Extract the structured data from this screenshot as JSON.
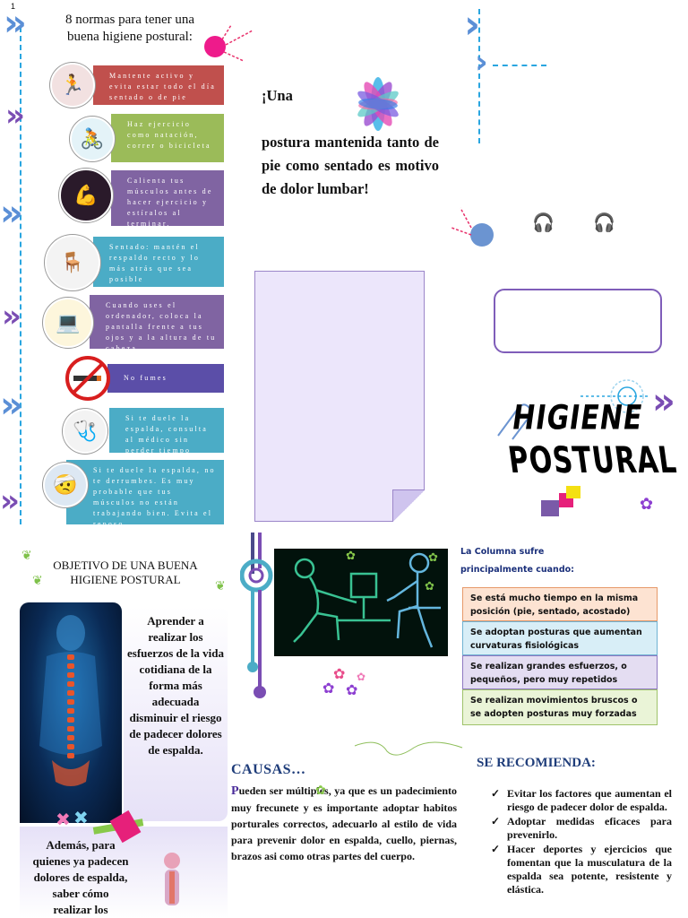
{
  "page_number": "1",
  "norms": {
    "title": "8 normas para tener una buena higiene postural:",
    "items": [
      {
        "text": "Mantente activo y evita estar todo el día sentado o de pie",
        "color": "#c0504d"
      },
      {
        "text": "Haz ejercicio como natación, correr o bicicleta",
        "color": "#9bbb59"
      },
      {
        "text": "Calienta tus músculos antes de hacer ejercicio y estíralos al terminar.",
        "color": "#8064a2"
      },
      {
        "text": "Sentado: mantén el respaldo recto y lo más atrás que sea posible",
        "color": "#4bacc6"
      },
      {
        "text": "Cuando uses el ordenador, coloca la pantalla frente a tus ojos y a la altura de tu cabeza.",
        "color": "#8064a2"
      },
      {
        "text": "No fumes",
        "color": "#5b4ea8"
      },
      {
        "text": "Si te duele la espalda, consulta al médico sin perder tiempo",
        "color": "#4bacc6"
      },
      {
        "text": "Si te duele la espalda, no te derrumbes. Es muy probable que tus músculos no están trabajando bien. Evita el reposo",
        "color": "#4bacc6"
      }
    ]
  },
  "quote": {
    "line1": "¡Una",
    "line2": "postura mantenida tanto de pie como sentado es motivo de dolor lumbar!"
  },
  "brochure_title": {
    "line1": "HIGIENE",
    "line2": "POSTURAL"
  },
  "objective": {
    "title_line1": "OBJETIVO DE UNA BUENA",
    "title_line2": "HIGIENE POSTURAL",
    "text": "Aprender a realizar los esfuerzos de la vida cotidiana de la forma más adecuada disminuir el riesgo de padecer dolores de espalda.",
    "text2": "Además, para quienes ya padecen dolores de espalda, saber cómo realizar los"
  },
  "columna": {
    "title_line1": "La Columna sufre",
    "title_line2": "principalmente cuando:",
    "items": [
      {
        "text": "Se está mucho tiempo en la misma posición (pie, sentado, acostado)",
        "bg": "#fde3d2",
        "border": "#e69a6a"
      },
      {
        "text": "Se adoptan posturas que aumentan curvaturas fisiológicas",
        "bg": "#d8eef7",
        "border": "#6fb2d3"
      },
      {
        "text": "Se realizan grandes esfuerzos, o pequeños, pero muy repetidos",
        "bg": "#e4ddf2",
        "border": "#8e78c1"
      },
      {
        "text": "Se realizan movimientos bruscos o se adopten posturas muy forzadas",
        "bg": "#eaf4d7",
        "border": "#9fc36a"
      }
    ]
  },
  "causas": {
    "title": "CAUSAS…",
    "cap": "P",
    "text": "ueden ser múltiples, ya que es un padecimiento muy frecunete y es importante adoptar habitos porturales correctos, adecuarlo al estilo de vida para prevenir dolor en espalda, cuello, piernas, brazos asi como otras partes del cuerpo."
  },
  "recomienda": {
    "title": "SE RECOMIENDA:",
    "check": "✓",
    "items": [
      "Evitar los factores que aumentan el riesgo de padecer dolor de espalda.",
      "Adoptar medidas eficaces para prevenirlo.",
      "Hacer deportes y ejercicios que fomentan que la musculatura de la espalda sea potente, resistente y elástica."
    ]
  },
  "icons": {
    "chevron": "»",
    "butterfly": "❦",
    "flower": "✿",
    "headphones": "🎧"
  }
}
